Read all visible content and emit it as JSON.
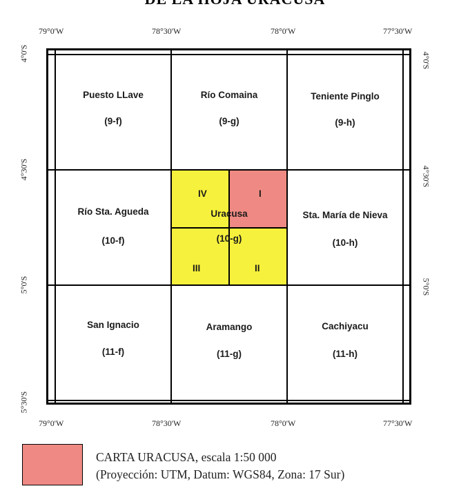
{
  "title": "DE LA HOJA URACUSA",
  "colors": {
    "highlight": "#ee8a83",
    "quad_fill": "#f6f13c",
    "frame": "#000000"
  },
  "axes": {
    "top_labels": [
      "79°0'W",
      "78°30'W",
      "78°0'W",
      "77°30'W"
    ],
    "bottom_labels": [
      "79°0'W",
      "78°30'W",
      "78°0'W",
      "77°30'W"
    ],
    "left_labels": [
      "4°0'S",
      "4°30'S",
      "5°0'S",
      "5°30'S"
    ],
    "right_labels": [
      "4°0'S",
      "4°30'S",
      "5°0'S"
    ]
  },
  "sheets": [
    {
      "name": "Puesto LLave",
      "code": "(9-f)"
    },
    {
      "name": "Río Comaina",
      "code": "(9-g)"
    },
    {
      "name": "Teniente Pinglo",
      "code": "(9-h)"
    },
    {
      "name": "Río Sta. Agueda",
      "code": "(10-f)"
    },
    {
      "name": "Uracusa",
      "code": "(10-g)"
    },
    {
      "name": "Sta. María de Nieva",
      "code": "(10-h)"
    },
    {
      "name": "San Ignacio",
      "code": "(11-f)"
    },
    {
      "name": "Aramango",
      "code": "(11-g)"
    },
    {
      "name": "Cachiyacu",
      "code": "(11-h)"
    }
  ],
  "quadrants": {
    "nw": "IV",
    "ne": "I",
    "sw": "III",
    "se": "II",
    "highlighted": "I"
  },
  "legend": {
    "line1": "CARTA URACUSA, escala  1:50 000",
    "line2": "(Proyección: UTM, Datum: WGS84, Zona: 17 Sur)"
  }
}
